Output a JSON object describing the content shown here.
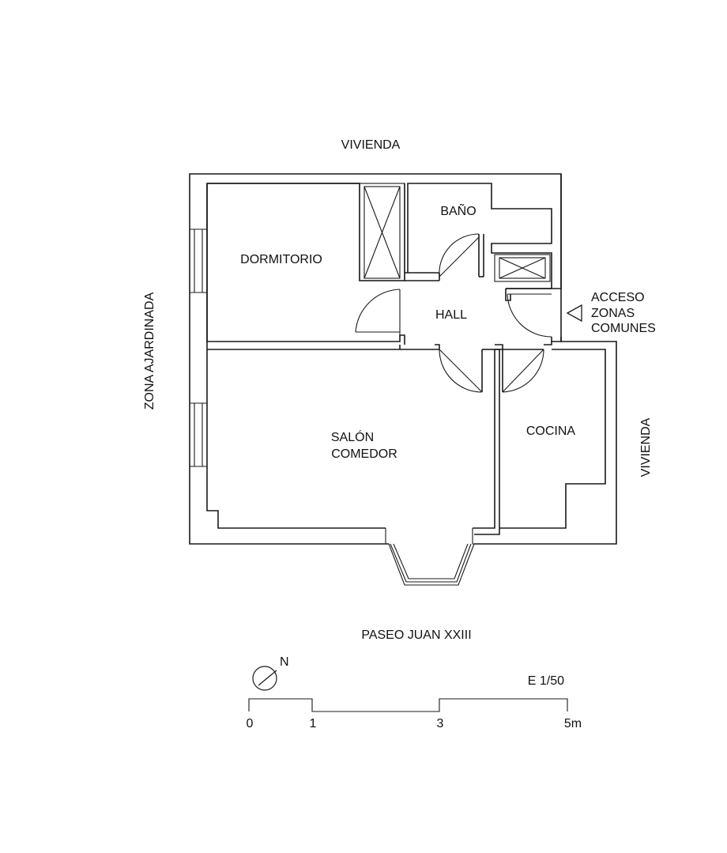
{
  "labels": {
    "top_neighbor": "VIVIENDA",
    "left_zone": "ZONA AJARDINADA",
    "right_neighbor": "VIVIENDA",
    "street": "PASEO JUAN XXIII",
    "dormitorio": "DORMITORIO",
    "bano": "BAÑO",
    "hall": "HALL",
    "acceso_1": "ACCESO",
    "acceso_2": "ZONAS",
    "acceso_3": "COMUNES",
    "salon_1": "SALÓN",
    "salon_2": "COMEDOR",
    "cocina": "COCINA"
  },
  "north_label": "N",
  "scale": {
    "ratio": "E 1/50",
    "ticks": [
      "0",
      "1",
      "3",
      "5m"
    ]
  }
}
